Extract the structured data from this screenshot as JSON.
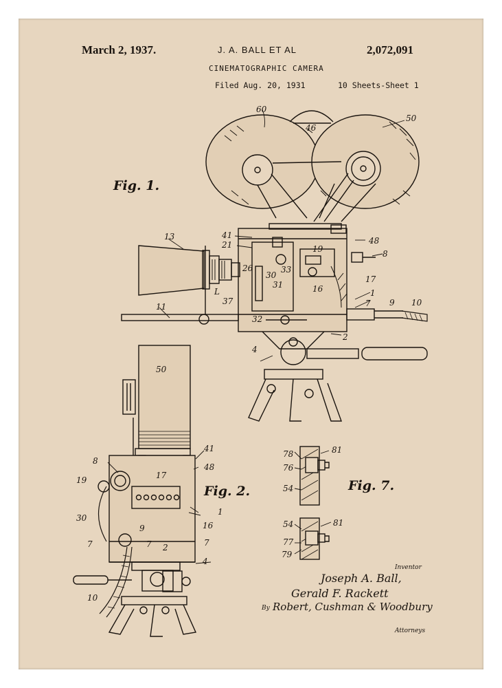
{
  "header": {
    "date": "March 2, 1937.",
    "inventors": "J. A. BALL ET AL",
    "patent_number": "2,072,091",
    "title": "CINEMATOGRAPHIC CAMERA",
    "filed": "Filed Aug. 20, 1931",
    "sheets": "10 Sheets-Sheet 1"
  },
  "figures": {
    "fig1": "Fig. 1.",
    "fig2": "Fig. 2.",
    "fig7": "Fig. 7."
  },
  "reference_numerals": {
    "fig1": [
      "60",
      "46",
      "50",
      "13",
      "41",
      "21",
      "48",
      "8",
      "19",
      "26",
      "33",
      "30",
      "31",
      "16",
      "17",
      "L",
      "37",
      "1",
      "7",
      "9",
      "10",
      "11",
      "32",
      "2",
      "4"
    ],
    "fig2": [
      "50",
      "41",
      "48",
      "8",
      "19",
      "17",
      "30",
      "1",
      "16",
      "9",
      "7",
      "7",
      "2",
      "7",
      "4",
      "10"
    ],
    "fig7": [
      "78",
      "81",
      "76",
      "54",
      "54",
      "81",
      "77",
      "79"
    ]
  },
  "signature": {
    "inventor_label": "Inventor",
    "name1": "Joseph A. Ball,",
    "name2": "Gerald F. Rackett",
    "by": "By",
    "attorney_sig": "Robert, Cushman & Woodbury",
    "attorneys_label": "Attorneys"
  },
  "colors": {
    "paper": "#e7d6bf",
    "ink": "#1a140f",
    "frame": "#ffffff"
  }
}
